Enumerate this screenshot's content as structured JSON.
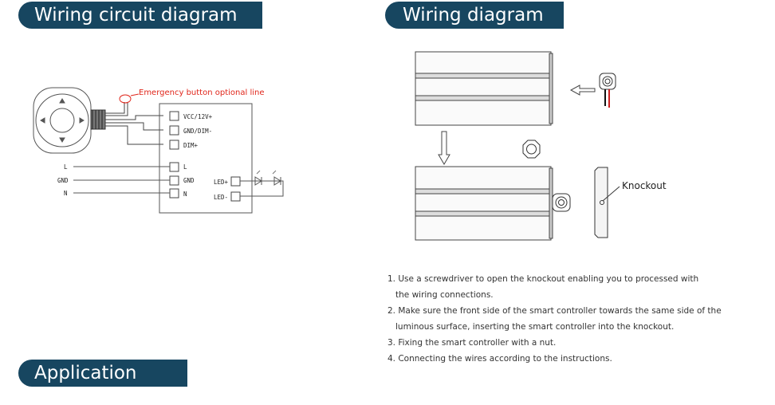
{
  "banners": {
    "wiring_circuit": "Wiring circuit diagram",
    "wiring": "Wiring diagram",
    "application": "Application"
  },
  "circuit": {
    "emergency_label": "Emergency button optional line",
    "terminals": [
      "VCC/12V+",
      "GND/DIM-",
      "DIM+",
      "L",
      "GND",
      "N"
    ],
    "mains_inputs": [
      "L",
      "GND",
      "N"
    ],
    "led_outputs": [
      "LED+",
      "LED-"
    ]
  },
  "install": {
    "knockout_label": "Knockout",
    "steps": [
      [
        "1. Use a screwdriver to open the knockout enabling you to processed with",
        "the wiring connections."
      ],
      [
        "2. Make sure the front side of the smart controller towards the same side of the",
        "luminous surface, inserting the smart controller into the knockout."
      ],
      [
        "3. Fixing the smart controller with a nut."
      ],
      [
        "4. Connecting the wires according to the instructions."
      ]
    ]
  },
  "colors": {
    "banner": "#174660",
    "emergency": "#e0261b"
  }
}
